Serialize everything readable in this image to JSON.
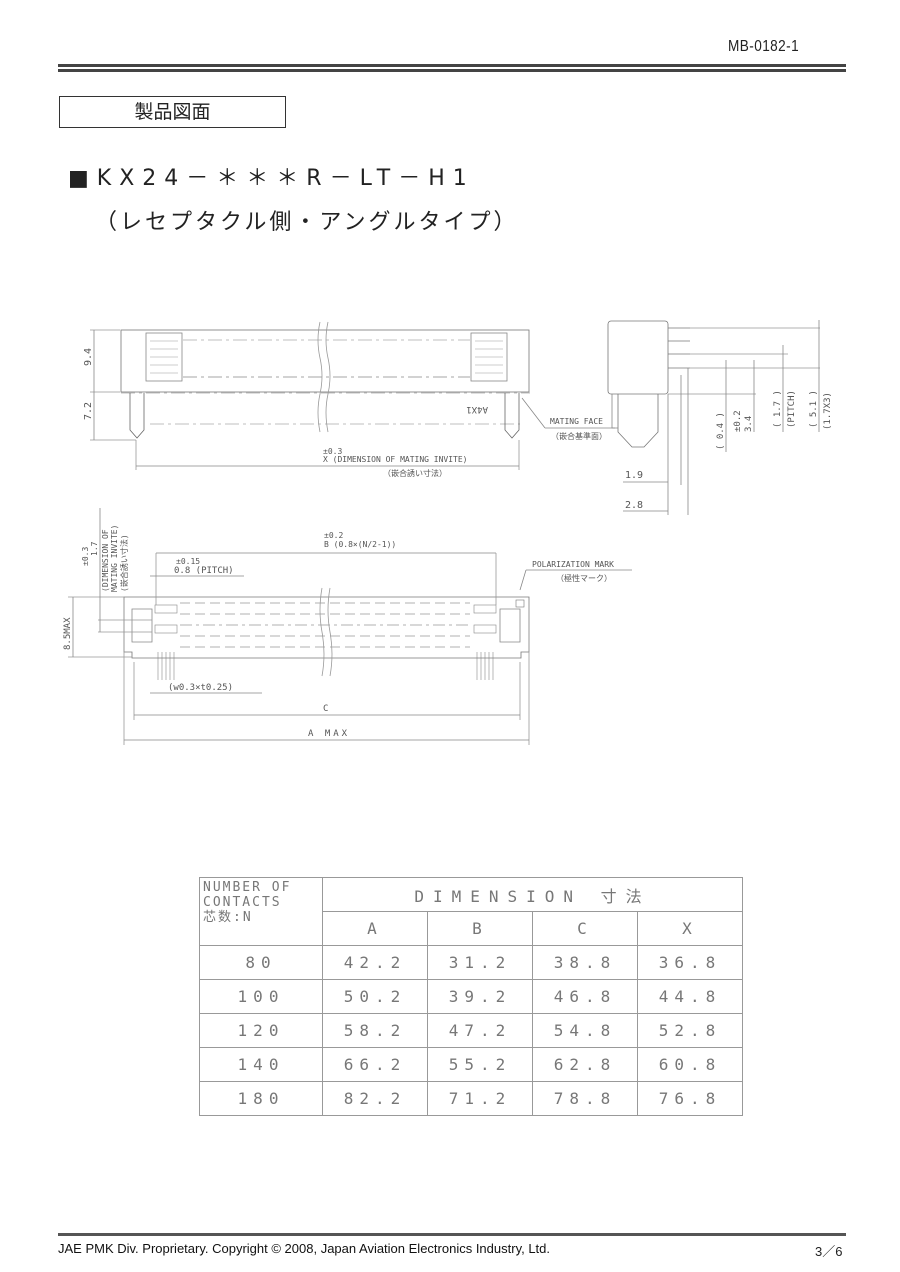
{
  "header": {
    "doc_number": "MB-0182-1",
    "section_title": "製品図面"
  },
  "product": {
    "part_number": "■KX24－＊＊＊R－LT－H1",
    "subtitle": "（レセプタクル側・アングルタイプ）"
  },
  "drawing": {
    "front_view": {
      "dim_height_upper": "9.4",
      "dim_height_lower": "7.2",
      "marking": "A4X1",
      "x_tolerance": "±0.3",
      "x_label": "X (DIMENSION OF MATING INVITE)",
      "x_label_jp": "（嵌合誘い寸法）",
      "mating_face": "MATING FACE",
      "mating_face_jp": "（嵌合基準面）"
    },
    "side_view": {
      "dim_0_4": "( 0.4 )",
      "dim_3_4_tol": "±0.2",
      "dim_3_4": "3.4",
      "dim_1_7": "( 1.7 )",
      "pitch": "(PITCH)",
      "dim_5_1": "( 5.1 )",
      "dim_1_7x3": "(1.7X3)",
      "dim_1_9": "1.9",
      "dim_2_8": "2.8"
    },
    "bottom_view": {
      "mating_invite_tol": "±0.3",
      "mating_invite_val": "1.7",
      "mating_invite_label1": "(DIMENSION OF",
      "mating_invite_label2": "MATING INVITE)",
      "mating_invite_jp": "(嵌合誘い寸法)",
      "b_tolerance": "±0.2",
      "b_label": "B (0.8×(N/2-1))",
      "pitch_tolerance": "±0.15",
      "pitch_label": "0.8 (PITCH)",
      "height_max": "8.5MAX",
      "polarization": "POLARIZATION MARK",
      "polarization_jp": "（極性マーク）",
      "pin_size": "(w0.3×t0.25)",
      "c_label": "C",
      "a_label": "A MAX"
    }
  },
  "table": {
    "header_n": [
      "NUMBER OF",
      "CONTACTS",
      "芯数:N"
    ],
    "header_dimension": "DIMENSION 寸法",
    "columns": [
      "A",
      "B",
      "C",
      "X"
    ],
    "rows": [
      {
        "n": "80",
        "a": "42.2",
        "b": "31.2",
        "c": "38.8",
        "x": "36.8"
      },
      {
        "n": "100",
        "a": "50.2",
        "b": "39.2",
        "c": "46.8",
        "x": "44.8"
      },
      {
        "n": "120",
        "a": "58.2",
        "b": "47.2",
        "c": "54.8",
        "x": "52.8"
      },
      {
        "n": "140",
        "a": "66.2",
        "b": "55.2",
        "c": "62.8",
        "x": "60.8"
      },
      {
        "n": "180",
        "a": "82.2",
        "b": "71.2",
        "c": "78.8",
        "x": "76.8"
      }
    ]
  },
  "footer": {
    "copyright": "JAE PMK Div. Proprietary. Copyright ©  2008, Japan Aviation Electronics Industry, Ltd.",
    "page": "3／6"
  }
}
